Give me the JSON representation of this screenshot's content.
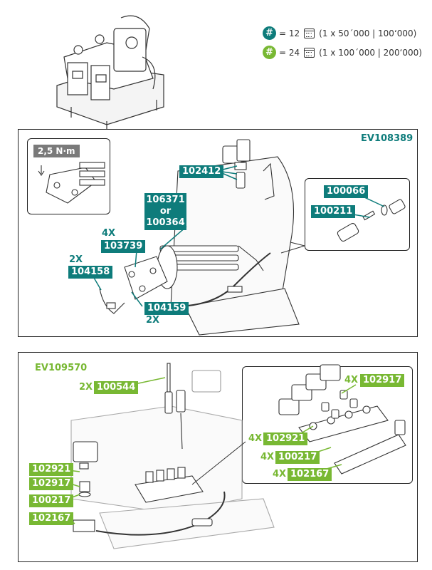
{
  "legend": {
    "row1": {
      "badge": "#",
      "text_prefix": "= 12",
      "text_suffix": "(1 x 50´000 | 100‘000)",
      "color": "#0e7c7b"
    },
    "row2": {
      "badge": "#",
      "text_prefix": "= 24",
      "text_suffix": "(1 x 100´000 | 200‘000)",
      "color": "#78b833"
    }
  },
  "section1": {
    "code": "EV108389",
    "torque": "2,5 N·m",
    "parts": {
      "p102412": "102412",
      "p106371": "106371",
      "or": "or",
      "p100364": "100364",
      "p103739_qty": "4X",
      "p103739": "103739",
      "p104158_qty": "2X",
      "p104158": "104158",
      "p104159": "104159",
      "p104159_qty": "2X",
      "p100066": "100066",
      "p100211": "100211"
    }
  },
  "section2": {
    "code": "EV109570",
    "parts": {
      "p100544_qty": "2X",
      "p100544": "100544",
      "detail_102917_qty": "4X",
      "detail_102917": "102917",
      "detail_102921_qty": "4X",
      "detail_102921": "102921",
      "detail_100217_qty": "4X",
      "detail_100217": "100217",
      "detail_102167_qty": "4X",
      "detail_102167": "102167",
      "left_102921": "102921",
      "left_102917": "102917",
      "left_100217": "100217",
      "left_102167": "102167"
    }
  }
}
